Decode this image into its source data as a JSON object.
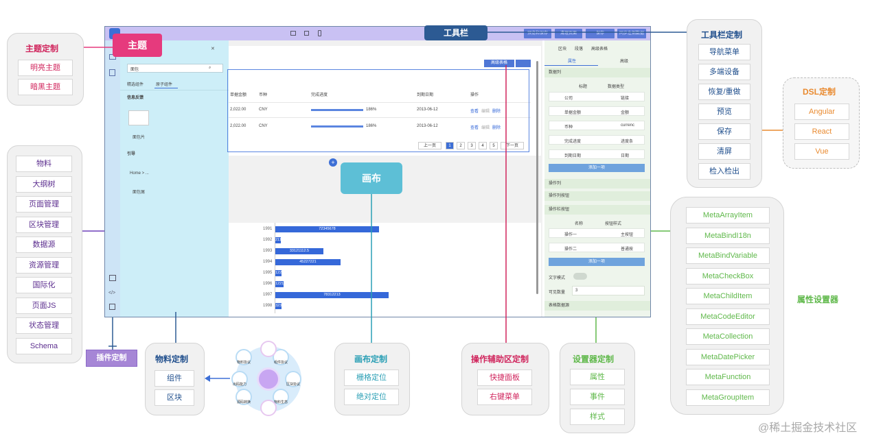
{
  "callouts": {
    "theme": "主题",
    "toolbar": "工具栏",
    "canvas": "画布"
  },
  "theme_panel": {
    "title": "主题定制",
    "items": [
      "明亮主题",
      "暗黑主题"
    ]
  },
  "left_panel": {
    "items": [
      "物料",
      "大纲树",
      "页面管理",
      "区块管理",
      "数据源",
      "资源管理",
      "国际化",
      "页面JS",
      "状态管理",
      "Schema"
    ]
  },
  "plugin_label": "插件定制",
  "material_panel": {
    "title": "物料定制",
    "items": [
      "组件",
      "区块"
    ]
  },
  "hub": {
    "labels": [
      "物料协议",
      "组件协议",
      "区块协议",
      "物料生态",
      "源码转换",
      "出码能力"
    ]
  },
  "canvas_panel": {
    "title": "画布定制",
    "items": [
      "栅格定位",
      "绝对定位"
    ]
  },
  "assist_panel": {
    "title": "操作辅助区定制",
    "items": [
      "快捷面板",
      "右键菜单"
    ]
  },
  "setter_panel": {
    "title": "设置器定制",
    "items": [
      "属性",
      "事件",
      "样式"
    ]
  },
  "toolbar_panel": {
    "title": "工具栏定制",
    "items": [
      "导航菜单",
      "多端设备",
      "恢复/重做",
      "预览",
      "保存",
      "清屏",
      "检入检出"
    ]
  },
  "dsl_panel": {
    "title": "DSL定制",
    "items": [
      "Angular",
      "React",
      "Vue"
    ]
  },
  "meta_panel": {
    "items": [
      "MetaArrayItem",
      "MetaBindI18n",
      "MetaBindVariable",
      "MetaCheckBox",
      "MetaChildItem",
      "MetaCodeEditor",
      "MetaCollection",
      "MetaDatePicker",
      "MetaFunction",
      "MetaGroupItem"
    ],
    "side_label": "属性设置器"
  },
  "watermark": "@稀土掘金技术社区",
  "screenshot": {
    "toolbar_buttons": [
      "预览和保存",
      "清理页面",
      "保存",
      "同步左侧数据"
    ],
    "search_placeholder": "面包",
    "tabs": [
      "精选组件",
      "原子组件"
    ],
    "groups": [
      "信息反馈",
      "引导"
    ],
    "items": [
      "面包片",
      "Home > ...",
      "面包屑"
    ],
    "table_headers": [
      "单据金额",
      "币种",
      "完成进度",
      "到期日期",
      "操作"
    ],
    "table_rows": [
      {
        "amount": "2,022.00",
        "currency": "CNY",
        "progress": "186%",
        "date": "2013-06-12",
        "ops": [
          "查看",
          "编辑",
          "删除"
        ]
      },
      {
        "amount": "2,022.00",
        "currency": "CNY",
        "progress": "186%",
        "date": "2013-06-12",
        "ops": [
          "查看",
          "编辑",
          "删除"
        ]
      }
    ],
    "pager": [
      "上一页",
      "1",
      "2",
      "3",
      "4",
      "5",
      "下一页"
    ],
    "table_tag": "高级表格",
    "chart_years": [
      "1991",
      "1992",
      "1993",
      "1994",
      "1995",
      "1996",
      "1997",
      "1998"
    ],
    "chart_labels": [
      "72345678",
      "211",
      "33121112.5",
      "45227221",
      "122",
      "1221",
      "78312213",
      "323"
    ],
    "breadcrumb": [
      "区块",
      "段落",
      "高级表格"
    ],
    "right_tabs": [
      "属性",
      "高级"
    ],
    "sections": [
      "数据列",
      "操作列",
      "操作列按钮",
      "操作栏按钮",
      "表格数据源"
    ],
    "col_headers": [
      "标题",
      "数据类型"
    ],
    "cols": [
      {
        "name": "公司",
        "type": "链接"
      },
      {
        "name": "单据金额",
        "type": "金额"
      },
      {
        "name": "币种",
        "type": "currenc"
      },
      {
        "name": "完成进度",
        "type": "进度条"
      },
      {
        "name": "到期日期",
        "type": "日期"
      }
    ],
    "add_label": "添加一项",
    "btn_headers": [
      "名称",
      "按钮样式"
    ],
    "btns": [
      {
        "name": "操作一",
        "type": "主按钮"
      },
      {
        "name": "操作二",
        "type": "普通按"
      }
    ],
    "text_mode": "文字模式",
    "visible_count_label": "可见数量",
    "visible_count": "3"
  }
}
